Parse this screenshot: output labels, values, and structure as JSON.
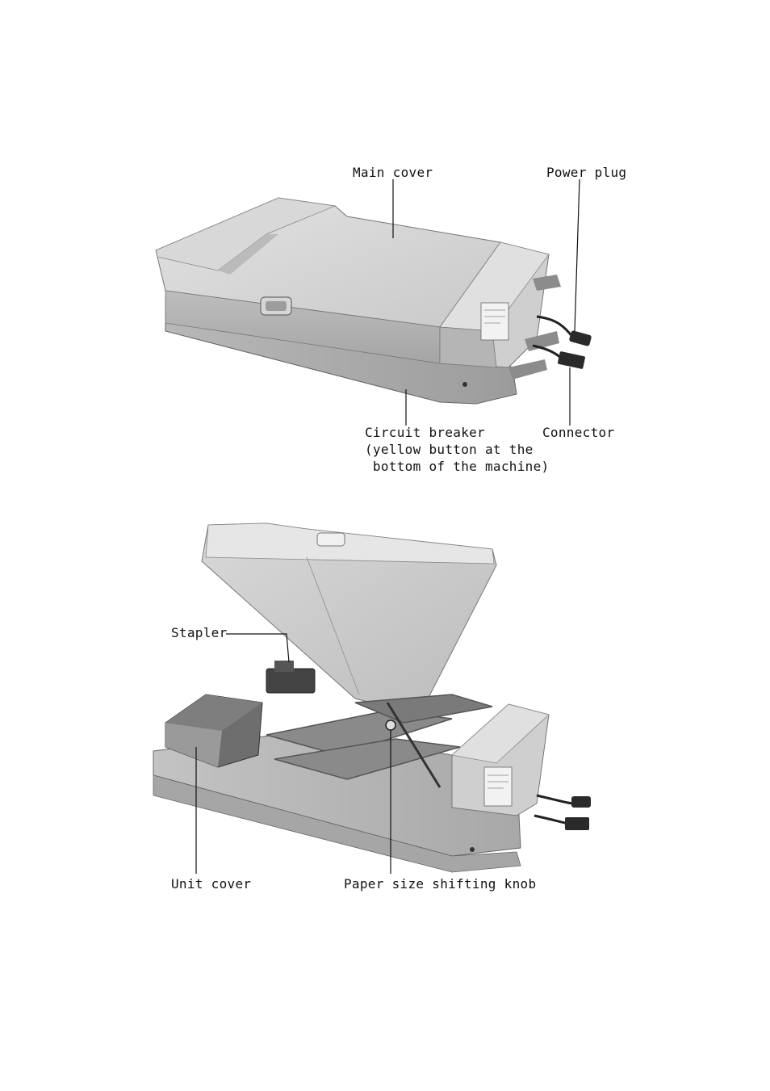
{
  "top_figure": {
    "labels": {
      "main_cover": "Main cover",
      "power_plug": "Power plug",
      "circuit_breaker": "Circuit breaker",
      "circuit_breaker_note_1": "(yellow button at the",
      "circuit_breaker_note_2": " bottom of the machine)",
      "connector": "Connector"
    }
  },
  "bottom_figure": {
    "labels": {
      "stapler": "Stapler",
      "unit_cover": "Unit cover",
      "paper_size_shifting_knob": "Paper size shifting knob"
    }
  }
}
